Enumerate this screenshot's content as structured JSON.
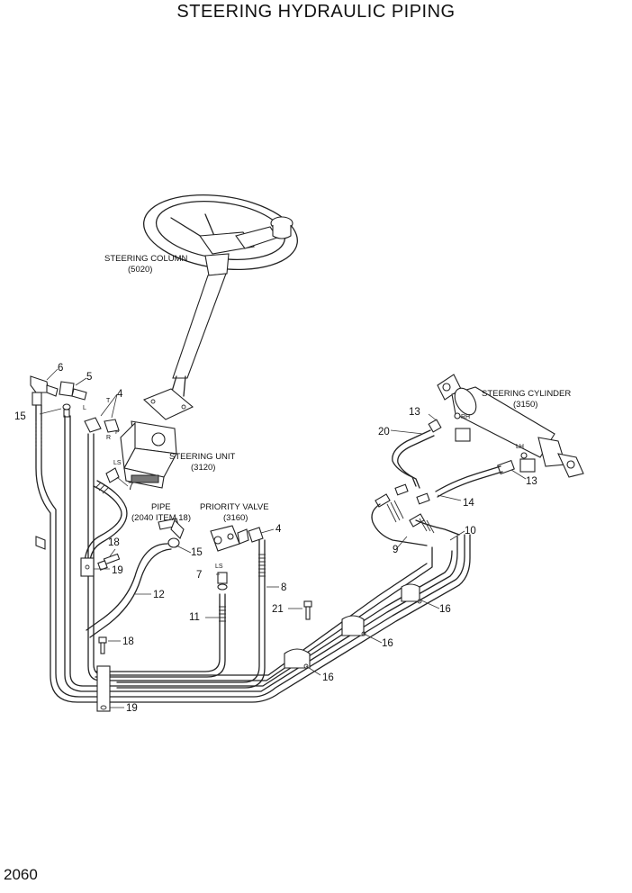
{
  "title": "STEERING HYDRAULIC PIPING",
  "page_number": "2060",
  "labels": {
    "steering_column": [
      "STEERING COLUMN",
      "(5020)"
    ],
    "steering_unit": [
      "STEERING UNIT",
      "(3120)"
    ],
    "steering_cylinder": [
      "STEERING CYLINDER",
      "(3150)"
    ],
    "pipe": [
      "PIPE",
      "(2040 ITEM 18)"
    ],
    "priority_valve": [
      "PRIORITY VALVE",
      "(3160)"
    ]
  },
  "ports": {
    "t": "T",
    "p": "P",
    "r": "R",
    "l": "L",
    "ls": "LS",
    "ls_valve": "LS",
    "rh": "RH",
    "lh": "LH"
  },
  "callouts": {
    "c4a": "4",
    "c4b": "4",
    "c5": "5",
    "c6": "6",
    "c7a": "7",
    "c7b": "7",
    "c8": "8",
    "c9": "9",
    "c10": "10",
    "c11": "11",
    "c12": "12",
    "c13a": "13",
    "c13b": "13",
    "c14": "14",
    "c15a": "15",
    "c15b": "15",
    "c16a": "16",
    "c16b": "16",
    "c16c": "16",
    "c18a": "18",
    "c18b": "18",
    "c19a": "19",
    "c19b": "19",
    "c20": "20",
    "c21": "21"
  }
}
